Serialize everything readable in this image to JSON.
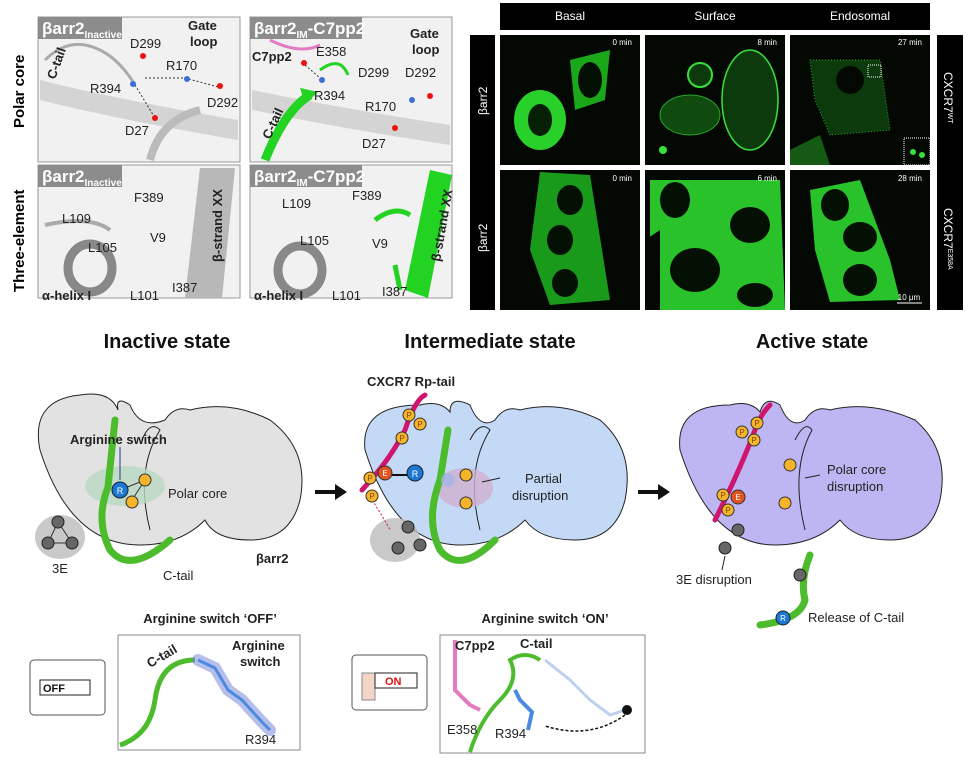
{
  "structure": {
    "row_labels": [
      "Polar core",
      "Three-element"
    ],
    "panels": [
      {
        "title_main": "βarr2",
        "title_sub": "Inactive",
        "title_suffix": "",
        "labels": [
          "Gate",
          "loop",
          "D299",
          "R170",
          "C-tail",
          "R394",
          "D292",
          "D27"
        ]
      },
      {
        "title_main": "βarr2",
        "title_sub": "IM",
        "title_suffix": "-C7pp2",
        "labels": [
          "Gate",
          "loop",
          "C7pp2",
          "E358",
          "D299",
          "D292",
          "R394",
          "R170",
          "C-tail",
          "D27"
        ]
      },
      {
        "title_main": "βarr2",
        "title_sub": "Inactive",
        "title_suffix": "",
        "labels": [
          "F389",
          "L109",
          "V9",
          "β-strand XX",
          "L105",
          "I387",
          "α-helix I",
          "L101"
        ]
      },
      {
        "title_main": "βarr2",
        "title_sub": "IM",
        "title_suffix": "-C7pp2",
        "labels": [
          "L109",
          "F389",
          "L105",
          "V9",
          "β-strand XX",
          "I387",
          "α-helix I",
          "L101"
        ]
      }
    ]
  },
  "microscopy": {
    "columns": [
      "Basal",
      "Surface",
      "Endosomal"
    ],
    "rows": [
      {
        "left": "βarr2",
        "right_main": "CXCR7",
        "right_sup": "WT",
        "times": [
          "0 min",
          "8 min",
          "27 min"
        ]
      },
      {
        "left": "βarr2",
        "right_main": "CXCR7",
        "right_sup": "E358A",
        "times": [
          "0 min",
          "6 min",
          "28 min"
        ]
      }
    ],
    "scale_bar": "10 μm",
    "fluorescence_color": "#22c322"
  },
  "states": {
    "titles": [
      "Inactive state",
      "Intermediate state",
      "Active state"
    ],
    "inactive": {
      "arginine_switch": "Arginine switch",
      "polar_core": "Polar core",
      "protein": "βarr2",
      "three_e": "3E",
      "c_tail": "C-tail",
      "r": "R"
    },
    "intermediate": {
      "rp_tail": "CXCR7 Rp-tail",
      "partial": "Partial",
      "disruption": "disruption",
      "p": "P",
      "e": "E",
      "r": "R"
    },
    "active": {
      "polar_core": "Polar core",
      "disruption": "disruption",
      "three_e": "3E disruption",
      "release": "Release of C-tail",
      "p": "P",
      "e": "E",
      "r": "R"
    }
  },
  "switches": {
    "off": {
      "title": "Arginine switch ‘OFF’",
      "toggle": "OFF",
      "c_tail": "C-tail",
      "switch1": "Arginine",
      "switch2": "switch",
      "residue": "R394"
    },
    "on": {
      "title": "Arginine switch ‘ON’",
      "toggle": "ON",
      "c7pp2": "C7pp2",
      "c_tail": "C-tail",
      "e358": "E358",
      "residue": "R394"
    }
  },
  "colors": {
    "c_tail": "#4cbb2c",
    "rp_tail": "#d0156e",
    "arginine": "#1e3a8a",
    "inactive": "#e2e2e2",
    "intermediate": "#c3d9f5",
    "active": "#bdb6f2"
  }
}
